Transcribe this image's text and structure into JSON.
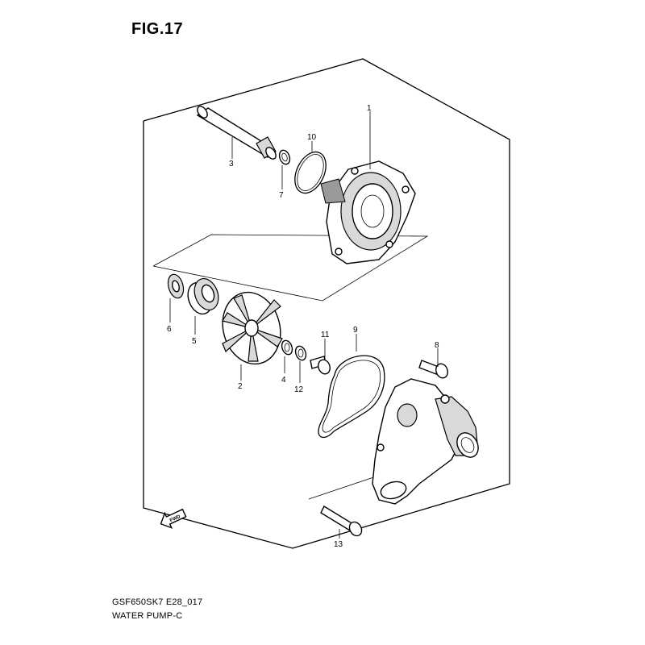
{
  "figure": {
    "title": "FIG.17"
  },
  "callouts": [
    "1",
    "2",
    "3",
    "4",
    "5",
    "6",
    "7",
    "8",
    "9",
    "10",
    "11",
    "12",
    "13"
  ],
  "fwd_label": "FWD",
  "caption": {
    "model_code": "GSF650SK7 E28_017",
    "name": "WATER PUMP-C"
  }
}
